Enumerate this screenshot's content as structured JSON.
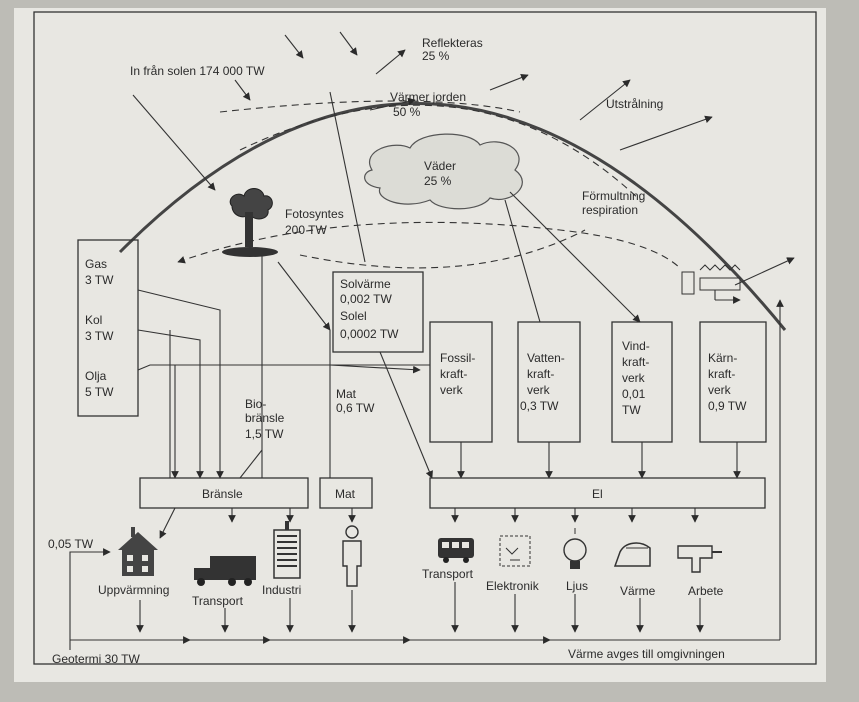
{
  "sun": {
    "label": "In från solen 174 000 TW"
  },
  "reflected": {
    "label": "Reflekteras",
    "value": "25 %"
  },
  "heats_earth": {
    "label": "Värmer jorden",
    "value": "50 %"
  },
  "radiation": {
    "label": "Utstrålning"
  },
  "weather": {
    "label": "Väder",
    "value": "25 %"
  },
  "decay": {
    "line1": "Förmultning",
    "line2": "respiration"
  },
  "photosynthesis": {
    "label": "Fotosyntes",
    "value": "200 TW"
  },
  "fossil_stock": {
    "items": [
      {
        "name": "Gas",
        "value": "3 TW"
      },
      {
        "name": "Kol",
        "value": "3 TW"
      },
      {
        "name": "Olja",
        "value": "5 TW"
      }
    ]
  },
  "solar_box": {
    "l1": "Solvärme",
    "l2": "0,002 TW",
    "l3": "Solel",
    "l4": "0,0002 TW"
  },
  "biofuel": {
    "l1": "Bio-",
    "l2": "bränsle",
    "l3": "1,5 TW"
  },
  "food": {
    "l1": "Mat",
    "l2": "0,6 TW"
  },
  "plants": [
    {
      "lines": [
        "Fossil-",
        "kraft-",
        "verk"
      ]
    },
    {
      "lines": [
        "Vatten-",
        "kraft-",
        "verk",
        "0,3 TW"
      ]
    },
    {
      "lines": [
        "Vind-",
        "kraft-",
        "verk",
        "0,01",
        "TW"
      ]
    },
    {
      "lines": [
        "Kärn-",
        "kraft-",
        "verk",
        "0,9 TW"
      ]
    }
  ],
  "bars": {
    "fuel": "Bränsle",
    "food": "Mat",
    "el": "El"
  },
  "uses": {
    "heating": "Uppvärmning",
    "transport1": "Transport",
    "industry": "Industri",
    "transport2": "Transport",
    "electronics": "Elektronik",
    "light": "Ljus",
    "heat": "Värme",
    "work": "Arbete"
  },
  "geo_small": "0,05 TW",
  "geothermal": "Geotermi 30 TW",
  "heat_out": "Värme avges till omgivningen",
  "colors": {
    "background": "#bdbcb6",
    "paper": "#e8e7e2",
    "ink": "#333333"
  }
}
